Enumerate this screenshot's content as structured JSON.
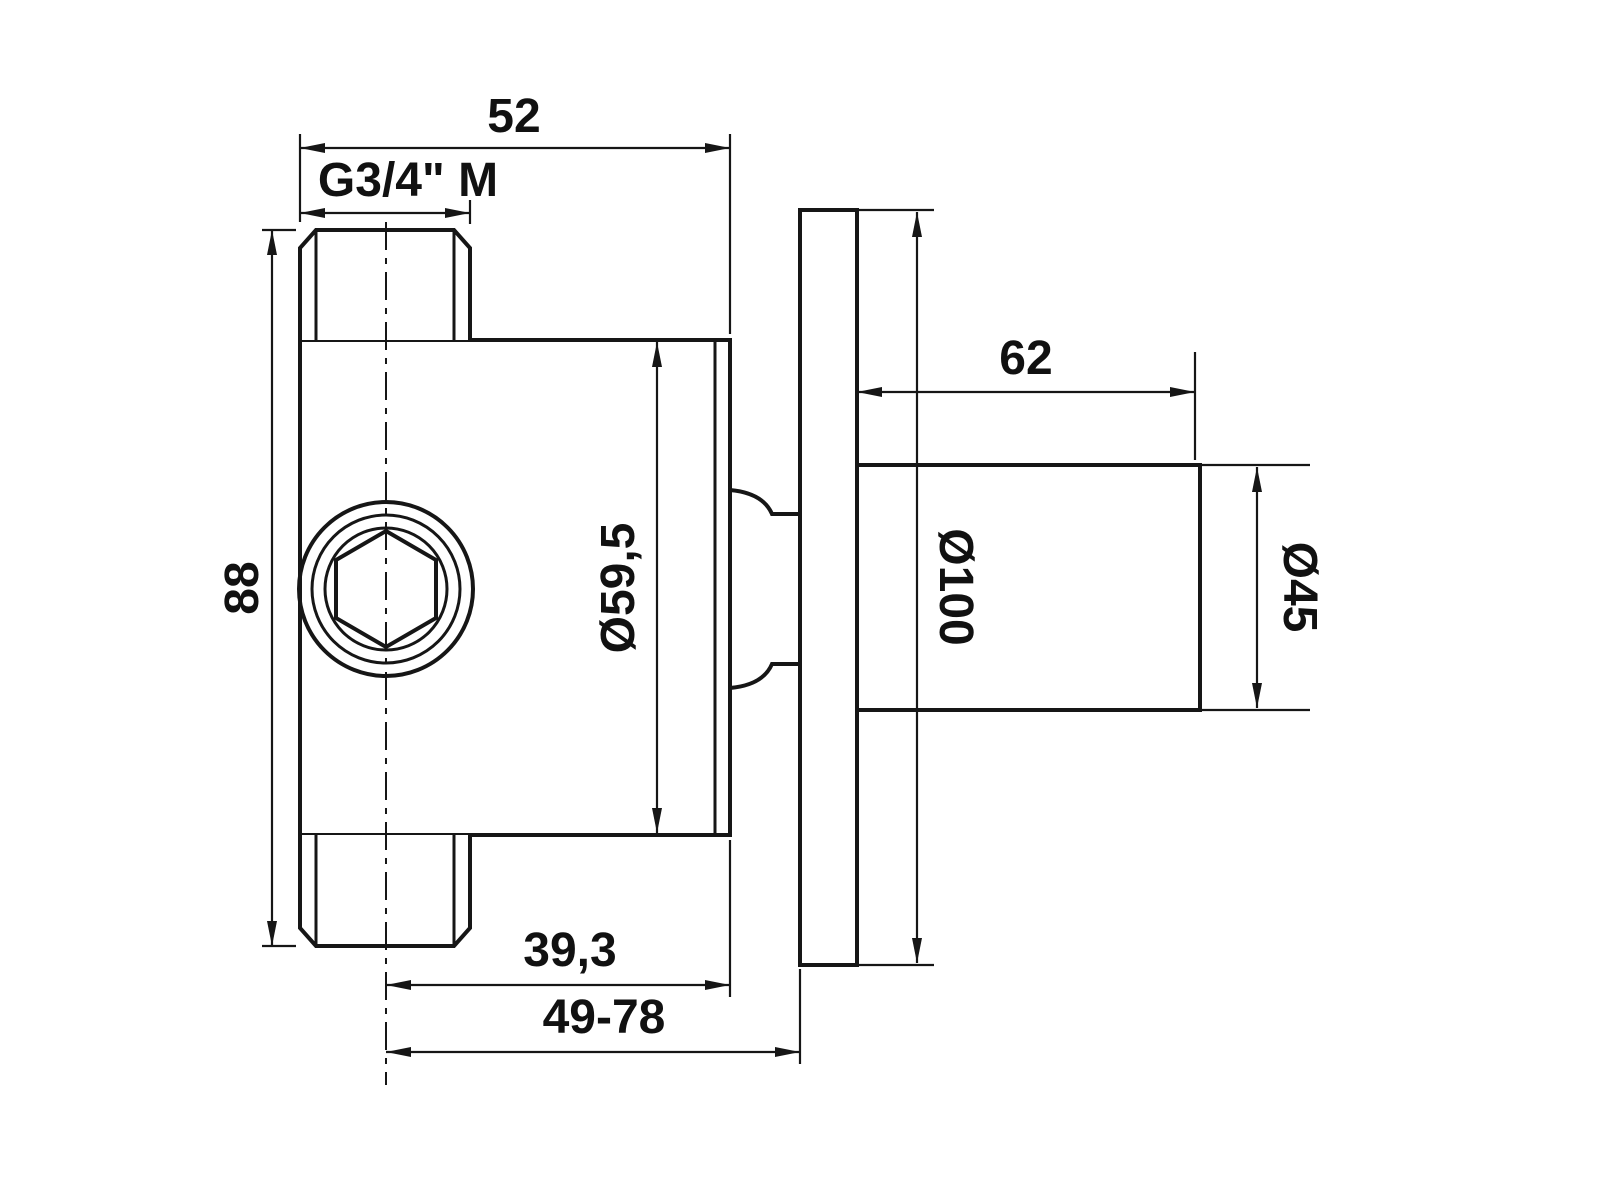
{
  "drawing": {
    "type": "technical-dimension-drawing",
    "subject": "concealed-valve-side-view",
    "line_color": "#161616",
    "background_color": "#ffffff",
    "dims": {
      "top_width": "52",
      "thread_label": "G3/4\" M",
      "overall_height": "88",
      "body_diameter": "Ø59,5",
      "handle_length": "62",
      "plate_diameter": "Ø100",
      "handle_diameter": "Ø45",
      "center_offset": "39,3",
      "install_depth_range": "49-78"
    }
  }
}
